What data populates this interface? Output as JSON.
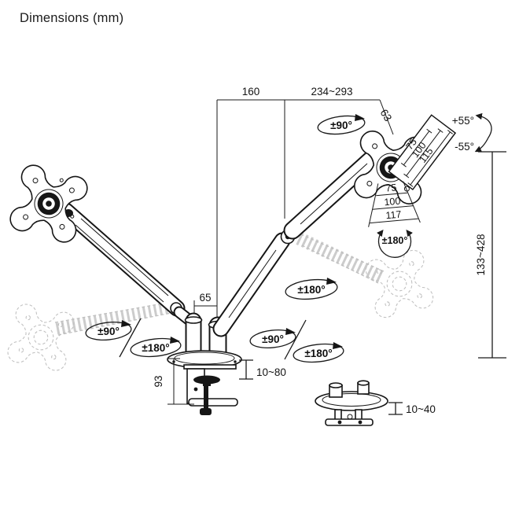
{
  "title": "Dimensions (mm)",
  "colors": {
    "line": "#1a1a1a",
    "ghost": "#bfbfbf"
  },
  "dimensions": {
    "arm_section_left": "160",
    "arm_section_right": "234~293",
    "head_depth": "63",
    "vesa_plate_75": "75",
    "vesa_plate_100": "100",
    "vesa_plate_115": "115",
    "vesa_front_75": "75",
    "vesa_front_100": "100",
    "vesa_front_117": "117",
    "tilt_up": "+55°",
    "tilt_down": "-55°",
    "height_range": "133~428",
    "pole_offset": "65",
    "clamp_desk_range": "10~80",
    "clamp_height": "93",
    "grommet_desk_range": "10~40"
  },
  "rotations": {
    "head_swivel": "±90°",
    "elbow_rotate": "±180°",
    "vesa_rotate": "±180°",
    "left_base_swivel": "±90°",
    "left_base_rotate": "±180°",
    "right_base_swivel": "±90°",
    "right_base_rotate": "±180°"
  }
}
